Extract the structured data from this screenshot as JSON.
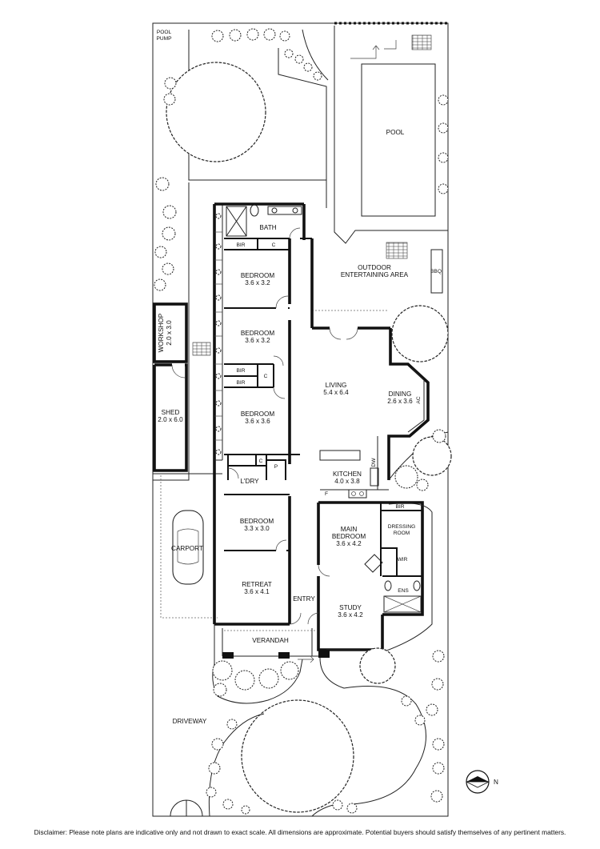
{
  "labels": {
    "pool_pump": [
      "POOL",
      "PUMP"
    ],
    "pool": "POOL",
    "bath": "BATH",
    "bir": "BIR",
    "c": "C",
    "p": "P",
    "f": "F",
    "dw": "DW",
    "ac": "AC",
    "bbq": "BBQ",
    "outdoor_area": [
      "OUTDOOR",
      "ENTERTAINING AREA"
    ],
    "workshop": [
      "WORKSHOP",
      "2.0 x 3.0"
    ],
    "shed": [
      "SHED",
      "2.0 x 6.0"
    ],
    "bedroom1": [
      "BEDROOM",
      "3.6 x 3.2"
    ],
    "bedroom2": [
      "BEDROOM",
      "3.6 x 3.2"
    ],
    "bedroom3": [
      "BEDROOM",
      "3.6 x 3.6"
    ],
    "bedroom4": [
      "BEDROOM",
      "3.3 x 3.0"
    ],
    "living": [
      "LIVING",
      "5.4 x 6.4"
    ],
    "dining": [
      "DINING",
      "2.6 x 3.6"
    ],
    "kitchen": [
      "KITCHEN",
      "4.0 x 3.8"
    ],
    "laundry": "L'DRY",
    "main_bedroom": [
      "MAIN",
      "BEDROOM",
      "3.6 x 4.2"
    ],
    "dressing_room": [
      "DRESSING",
      "ROOM"
    ],
    "wir": "WIR",
    "ens": "ENS",
    "retreat": [
      "RETREAT",
      "3.6 x 4.1"
    ],
    "entry": "ENTRY",
    "study": [
      "STUDY",
      "3.6 x 4.2"
    ],
    "verandah": "VERANDAH",
    "carport": "CARPORT",
    "driveway": "DRIVEWAY",
    "north": "N"
  },
  "disclaimer": "Disclaimer: Please note plans are indicative only and not drawn to exact scale. All dimensions are approximate. Potential buyers should satisfy themselves of any pertinent matters."
}
